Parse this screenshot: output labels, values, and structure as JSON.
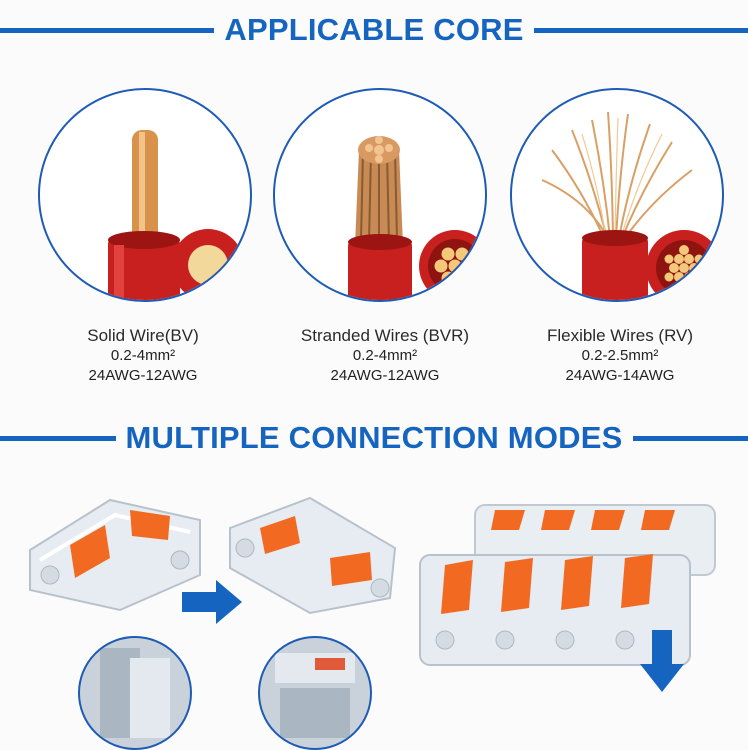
{
  "sections": {
    "core_title": "APPLICABLE CORE",
    "modes_title": "MULTIPLE CONNECTION MODES"
  },
  "wires": [
    {
      "name": "Solid Wire(BV)",
      "area": "0.2-4mm²",
      "awg": "24AWG-12AWG"
    },
    {
      "name": "Stranded Wires (BVR)",
      "area": "0.2-4mm²",
      "awg": "24AWG-12AWG"
    },
    {
      "name": "Flexible Wires (RV)",
      "area": "0.2-2.5mm²",
      "awg": "24AWG-14AWG"
    }
  ],
  "colors": {
    "accent_blue": "#1565c0",
    "insulation_red": "#c8201e",
    "copper": "#e0a25a",
    "lever_orange": "#f26a21"
  }
}
